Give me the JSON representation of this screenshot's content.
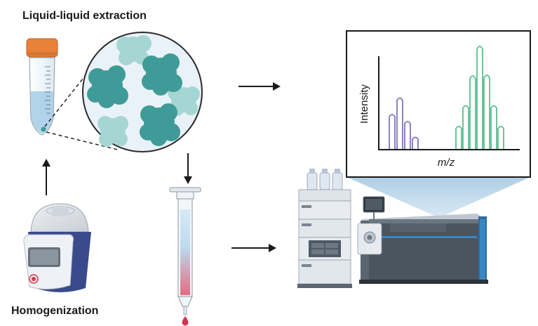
{
  "labels": {
    "liquid_liquid_extraction": "Liquid-liquid extraction",
    "homogenization": "Homogenization"
  },
  "spectrum": {
    "y_axis_label": "Intensity",
    "x_axis_label": "m/z",
    "colors": {
      "series_a": "#8a84c0",
      "series_b": "#6cc49a"
    }
  },
  "colors": {
    "cap": "#e8823a",
    "tube_liquid": "#a9cfe8",
    "aggregate_dark": "#3f9b98",
    "aggregate_light": "#a6d6d3",
    "column_top": "#bfdcf0",
    "column_bottom": "#e47787",
    "drop": "#d4364f",
    "homogenizer_base": "#3b4a8a",
    "instrument_body": "#4a5560",
    "instrument_stripe": "#3a86c4"
  }
}
